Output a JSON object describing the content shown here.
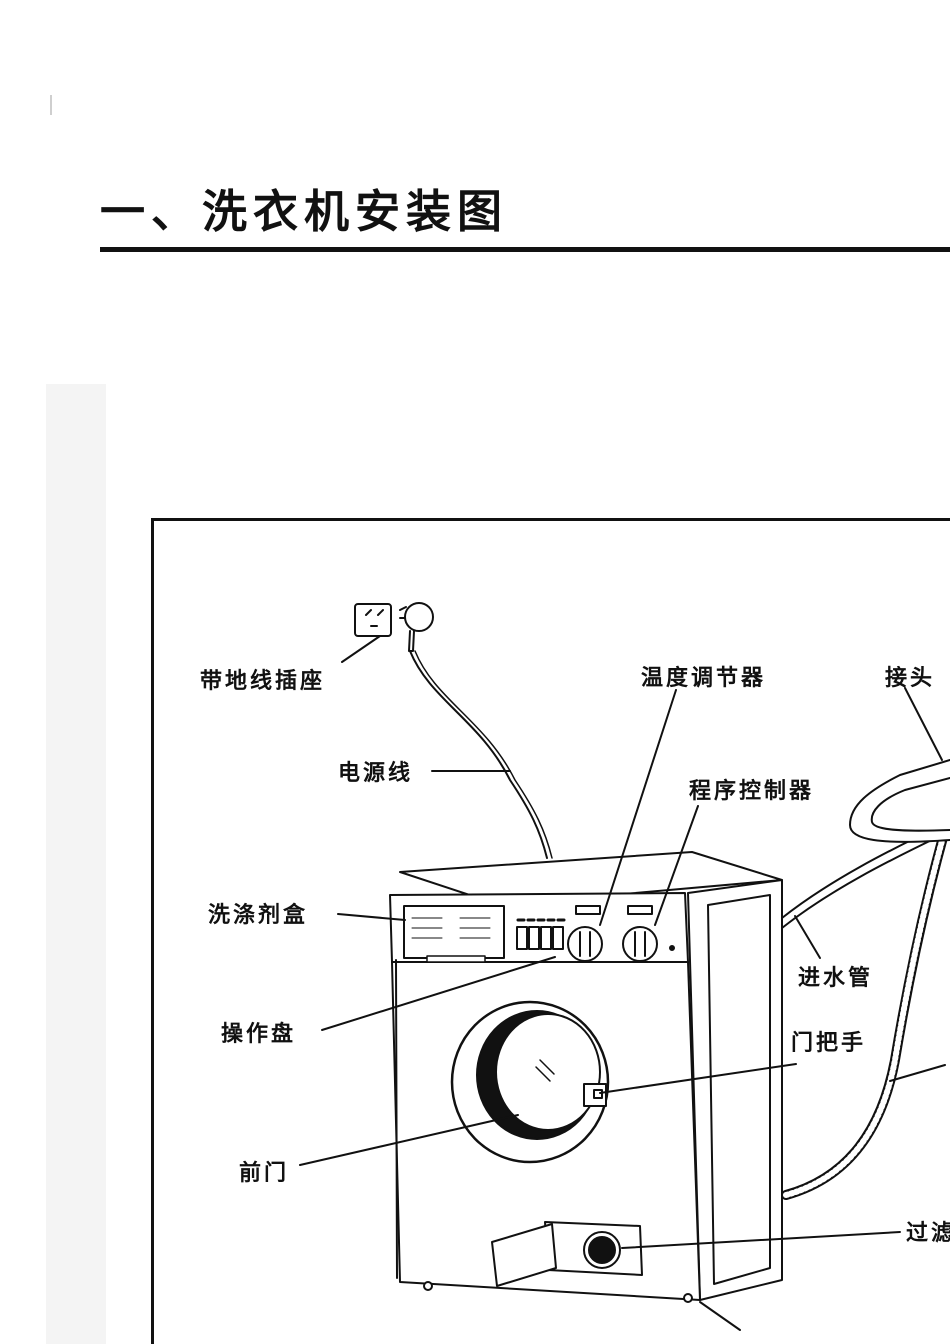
{
  "page": {
    "title": "一、洗衣机安装图"
  },
  "diagram": {
    "labels": {
      "socket": "带地线插座",
      "power_cord": "电源线",
      "temp_control": "温度调节器",
      "joint": "接头",
      "program_controller": "程序控制器",
      "detergent_box": "洗涤剂盒",
      "inlet_hose": "进水管",
      "control_panel": "操作盘",
      "door_handle": "门把手",
      "front_door": "前门",
      "filter": "过滤"
    }
  }
}
